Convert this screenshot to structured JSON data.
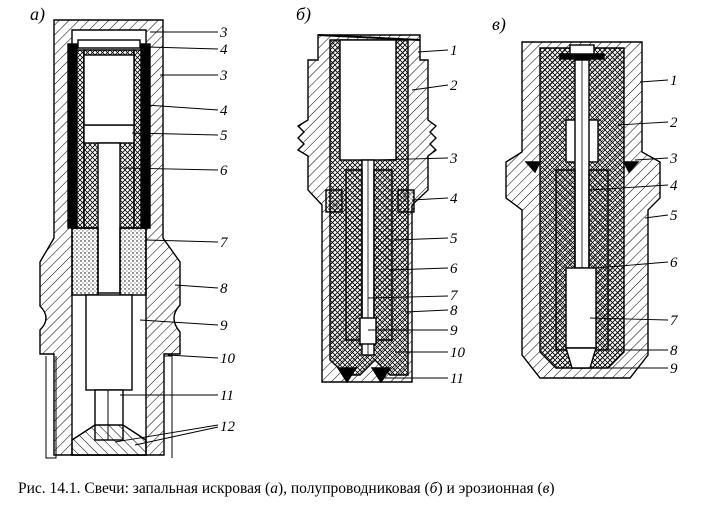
{
  "panels": [
    {
      "id": "a",
      "label": "а)",
      "callouts": [
        "3",
        "4",
        "3",
        "4",
        "5",
        "6",
        "7",
        "8",
        "9",
        "10",
        "11",
        "12"
      ]
    },
    {
      "id": "b",
      "label": "б)",
      "callouts": [
        "1",
        "2",
        "3",
        "4",
        "5",
        "6",
        "7",
        "8",
        "9",
        "10",
        "11"
      ]
    },
    {
      "id": "c",
      "label": "в)",
      "callouts": [
        "1",
        "2",
        "3",
        "4",
        "5",
        "6",
        "7",
        "8",
        "9"
      ]
    }
  ],
  "caption": {
    "prefix": "Рис. 14.1. Свечи: запальная искровая (",
    "a_mark": "а",
    "middle1": "), полупроводниковая (",
    "b_mark": "б",
    "middle2": ") и эрозионная (",
    "c_mark": "в",
    "suffix": ")"
  }
}
